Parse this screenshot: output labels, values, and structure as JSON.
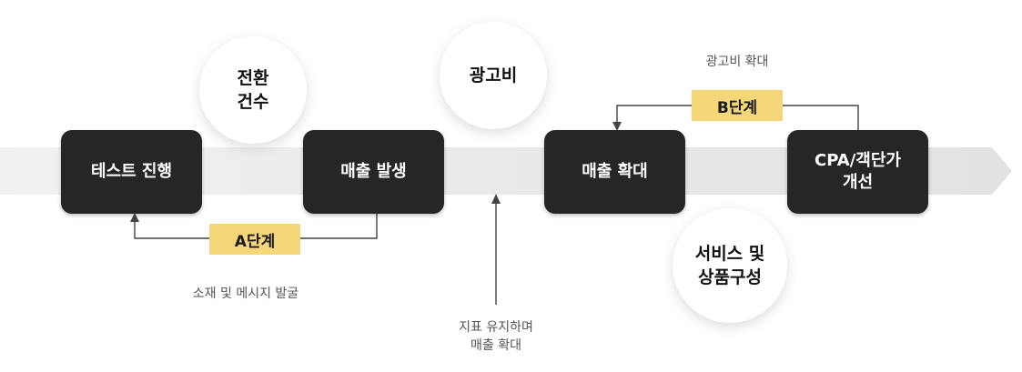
{
  "steps": {
    "test": "테스트 진행",
    "sales_occur": "매출 발생",
    "sales_expand": "매출 확대",
    "cpa": "CPA/객단가\n개선"
  },
  "circles": {
    "conversions": "전환\n건수",
    "ad_cost": "광고비",
    "service": "서비스 및\n상품구성"
  },
  "stages": {
    "a": "A단계",
    "b": "B단계"
  },
  "notes": {
    "a_caption": "소재 및 메시지 발굴",
    "b_caption": "광고비 확대",
    "center_caption": "지표 유지하며\n매출 확대"
  },
  "colors": {
    "box": "#262626",
    "stage_label": "#f5d77a",
    "arrow_band": "#e4e4e4"
  }
}
